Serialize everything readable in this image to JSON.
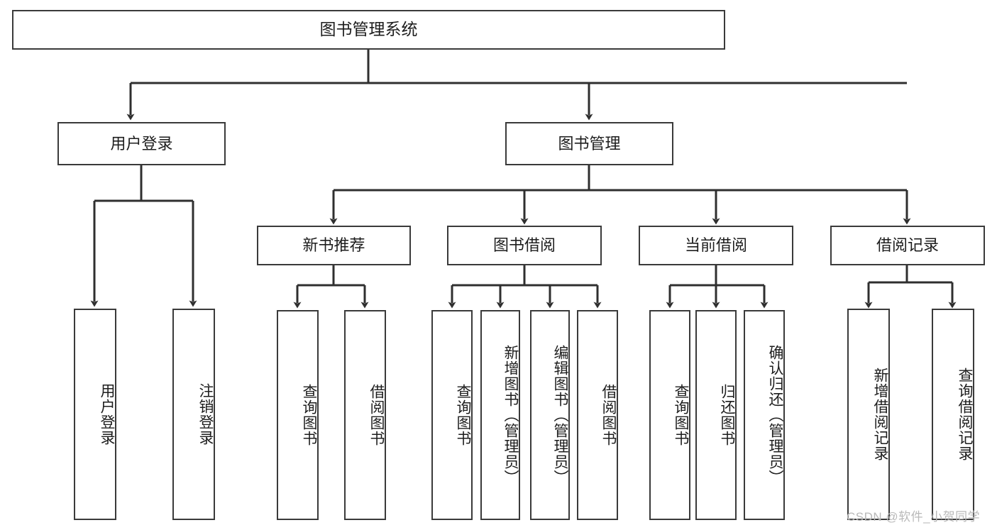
{
  "diagram": {
    "type": "tree-hierarchy-chart",
    "title": "图书管理系统",
    "watermark": "CSDN @软件_小贺同学",
    "colors": {
      "stroke": "#3a3a3a",
      "fill": "#ffffff",
      "text": "#1d1d1d",
      "watermark": "#b9b9b9"
    },
    "nodes": {
      "root": "图书管理系统",
      "level2": [
        {
          "id": "user-login",
          "label": "用户登录"
        },
        {
          "id": "book-manage",
          "label": "图书管理"
        }
      ],
      "level3": [
        {
          "id": "new-book-recommend",
          "label": "新书推荐"
        },
        {
          "id": "book-borrow",
          "label": "图书借阅"
        },
        {
          "id": "current-borrow",
          "label": "当前借阅"
        },
        {
          "id": "borrow-record",
          "label": "借阅记录"
        }
      ],
      "leaves": {
        "user-login": [
          {
            "id": "leaf-user-login",
            "label": "用户登录"
          },
          {
            "id": "leaf-logout",
            "label": "注销登录"
          }
        ],
        "new-book-recommend": [
          {
            "id": "leaf-query-book-1",
            "label": "查询图书"
          },
          {
            "id": "leaf-borrow-book-1",
            "label": "借阅图书"
          }
        ],
        "book-borrow": [
          {
            "id": "leaf-query-book-2",
            "label": "查询图书"
          },
          {
            "id": "leaf-add-book",
            "label": "新增图书（管理员）"
          },
          {
            "id": "leaf-edit-book",
            "label": "编辑图书（管理员）"
          },
          {
            "id": "leaf-borrow-book-2",
            "label": "借阅图书"
          }
        ],
        "current-borrow": [
          {
            "id": "leaf-query-book-3",
            "label": "查询图书"
          },
          {
            "id": "leaf-return-book",
            "label": "归还图书"
          },
          {
            "id": "leaf-confirm-return",
            "label": "确认归还（管理员）"
          }
        ],
        "borrow-record": [
          {
            "id": "leaf-add-record",
            "label": "新增借阅记录"
          },
          {
            "id": "leaf-query-record",
            "label": "查询借阅记录"
          }
        ]
      }
    },
    "edges": [
      {
        "from": "图书管理系统",
        "to": "用户登录"
      },
      {
        "from": "图书管理系统",
        "to": "图书管理"
      },
      {
        "from": "用户登录",
        "to": "用户登录"
      },
      {
        "from": "用户登录",
        "to": "注销登录"
      },
      {
        "from": "图书管理",
        "to": "新书推荐"
      },
      {
        "from": "图书管理",
        "to": "图书借阅"
      },
      {
        "from": "图书管理",
        "to": "当前借阅"
      },
      {
        "from": "图书管理",
        "to": "借阅记录"
      },
      {
        "from": "新书推荐",
        "to": "查询图书"
      },
      {
        "from": "新书推荐",
        "to": "借阅图书"
      },
      {
        "from": "图书借阅",
        "to": "查询图书"
      },
      {
        "from": "图书借阅",
        "to": "新增图书（管理员）"
      },
      {
        "from": "图书借阅",
        "to": "编辑图书（管理员）"
      },
      {
        "from": "图书借阅",
        "to": "借阅图书"
      },
      {
        "from": "当前借阅",
        "to": "查询图书"
      },
      {
        "from": "当前借阅",
        "to": "归还图书"
      },
      {
        "from": "当前借阅",
        "to": "确认归还（管理员）"
      },
      {
        "from": "借阅记录",
        "to": "新增借阅记录"
      },
      {
        "from": "借阅记录",
        "to": "查询借阅记录"
      }
    ]
  }
}
